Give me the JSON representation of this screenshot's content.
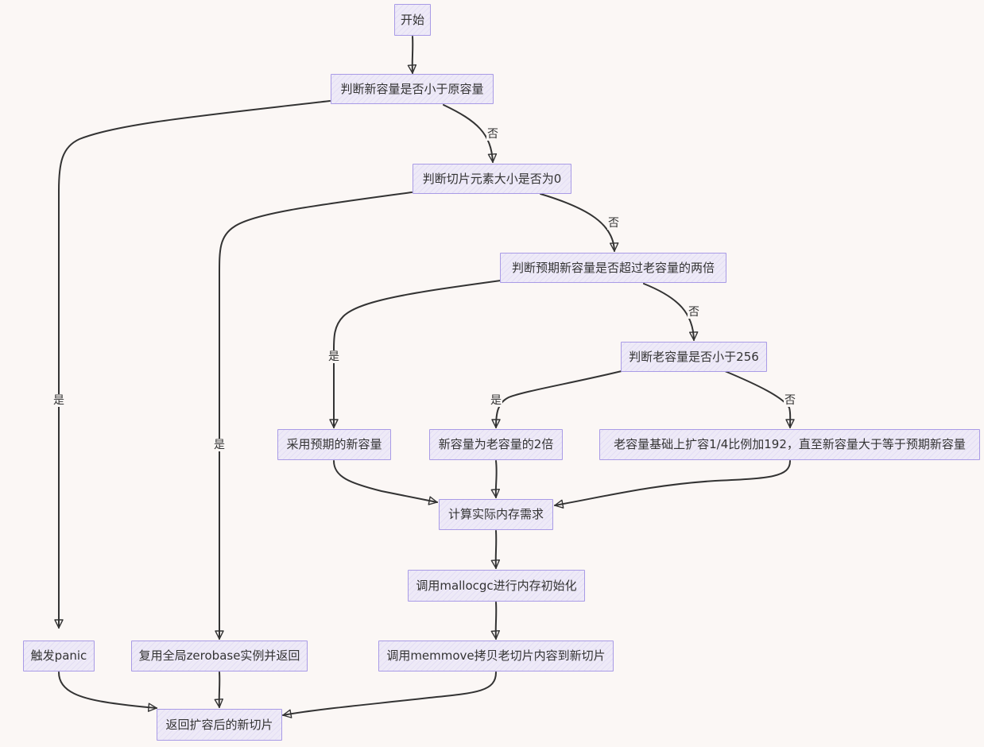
{
  "nodes": {
    "start": "开始",
    "check_cap_smaller": "判断新容量是否小于原容量",
    "check_elem_zero": "判断切片元素大小是否为0",
    "check_double": "判断预期新容量是否超过老容量的两倍",
    "check_256": "判断老容量是否小于256",
    "panic": "触发panic",
    "zerobase": "复用全局zerobase实例并返回",
    "use_expected": "采用预期的新容量",
    "double_cap": "新容量为老容量的2倍",
    "grow_quarter": "老容量基础上扩容1/4比例加192，直至新容量大于等于预期新容量",
    "calc_mem": "计算实际内存需求",
    "mallocgc": "调用mallocgc进行内存初始化",
    "memmove": "调用memmove拷贝老切片内容到新切片",
    "return_new": "返回扩容后的新切片"
  },
  "edge_labels": {
    "no1": "否",
    "yes1": "是",
    "no2": "否",
    "yes2": "是",
    "no3": "否",
    "yes3": "是",
    "yes4": "是",
    "no4": "否"
  },
  "colors": {
    "background": "#fbf7f5",
    "node_fill": "#eeeaf7",
    "node_border": "#a99be6",
    "edge": "#333333"
  }
}
